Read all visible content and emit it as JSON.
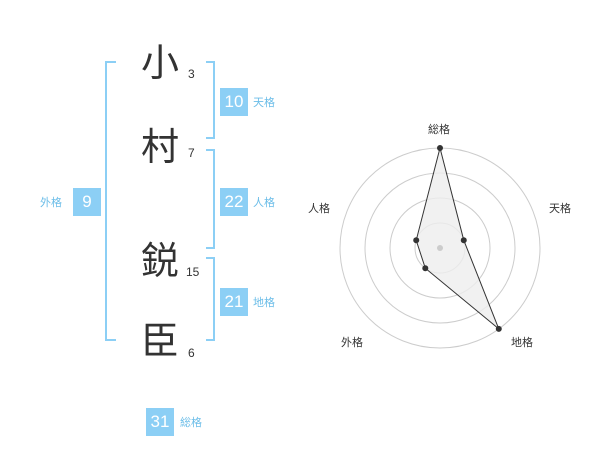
{
  "name": {
    "chars": [
      {
        "char": "小",
        "strokes": "3"
      },
      {
        "char": "村",
        "strokes": "7"
      },
      {
        "char": "鋭",
        "strokes": "15"
      },
      {
        "char": "臣",
        "strokes": "6"
      }
    ]
  },
  "fortunes": {
    "tenkaku": {
      "value": "10",
      "label": "天格"
    },
    "jinkaku": {
      "value": "22",
      "label": "人格"
    },
    "chikaku": {
      "value": "21",
      "label": "地格"
    },
    "gaikaku": {
      "value": "9",
      "label": "外格"
    },
    "soukaku": {
      "value": "31",
      "label": "総格"
    }
  },
  "chart_data": {
    "type": "radar",
    "axes": [
      "総格",
      "天格",
      "地格",
      "外格",
      "人格"
    ],
    "values": [
      4,
      1,
      4,
      1,
      1
    ],
    "rmax": 4,
    "rings": 4,
    "colors": {
      "line": "#333333",
      "fill": "#eeeeee",
      "grid": "#cccccc",
      "center": "#cccccc"
    }
  }
}
